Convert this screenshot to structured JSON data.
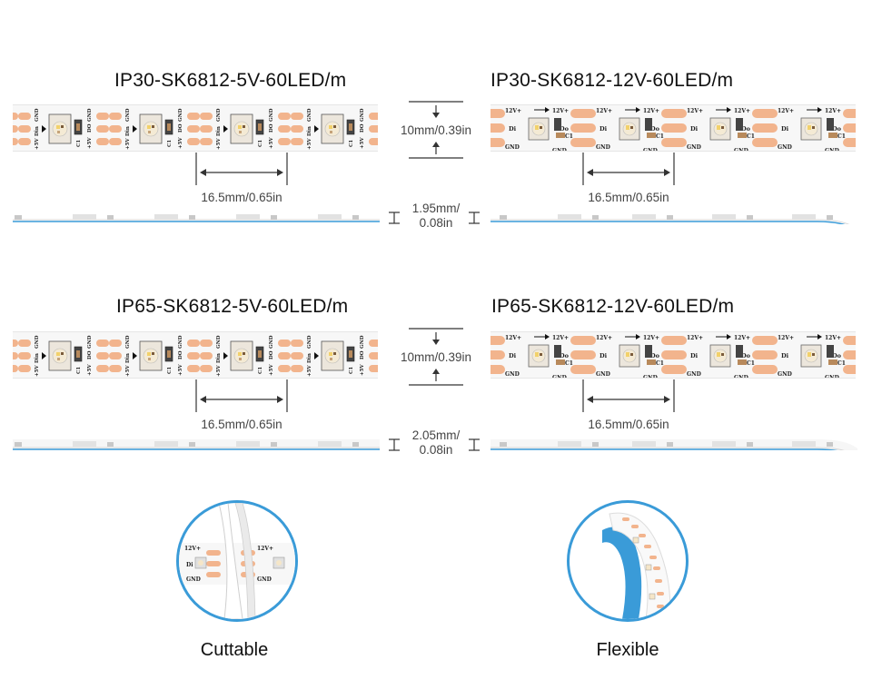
{
  "titles": {
    "ip30_5v": "IP30-SK6812-5V-60LED/m",
    "ip30_12v": "IP30-SK6812-12V-60LED/m",
    "ip65_5v": "IP65-SK6812-5V-60LED/m",
    "ip65_12v": "IP65-SK6812-12V-60LED/m"
  },
  "dimensions": {
    "width": "10mm/0.39in",
    "pitch": "16.5mm/0.65in",
    "thickness_ip30_line1": "1.95mm/",
    "thickness_ip30_line2": "0.08in",
    "thickness_ip65_line1": "2.05mm/",
    "thickness_ip65_line2": "0.08in"
  },
  "pad_labels_5v": {
    "plus5v": "+5V",
    "din": "Din",
    "gnd": "GND",
    "do": "DO",
    "c1": "C1"
  },
  "pad_labels_12v": {
    "plus12v": "12V+",
    "di": "Di",
    "do": "Do",
    "gnd": "GND",
    "c1": "C1"
  },
  "features": {
    "cuttable": "Cuttable",
    "flexible": "Flexible"
  },
  "colors": {
    "pad": "#f2b48d",
    "accent_blue": "#3a9bd8",
    "strip_bg": "#f7f7f7"
  }
}
